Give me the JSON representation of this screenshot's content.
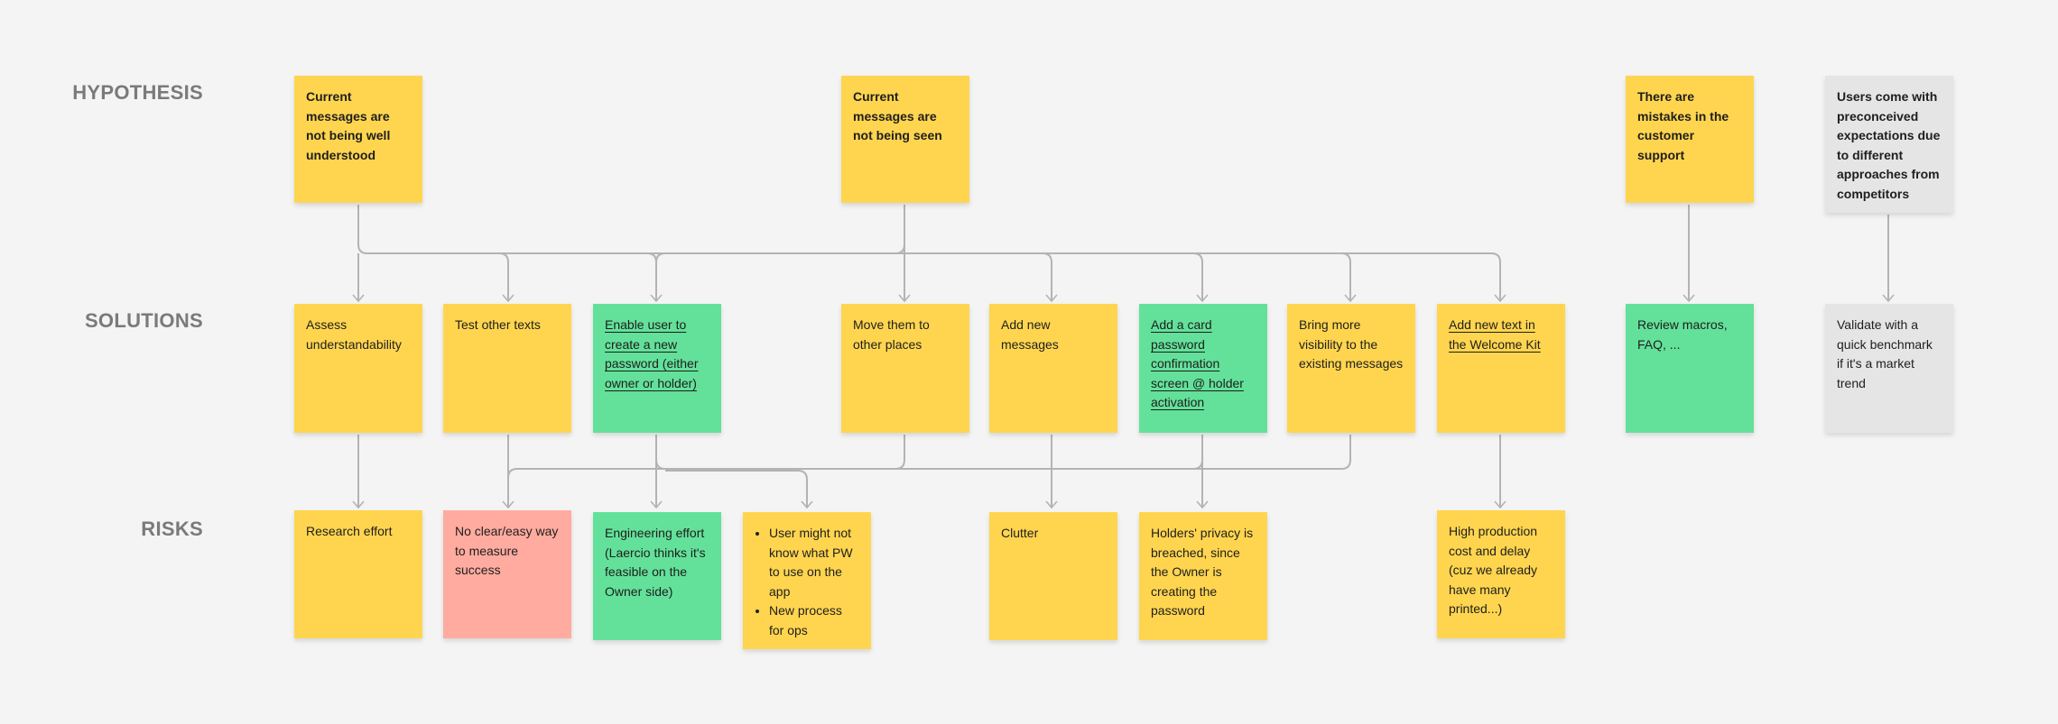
{
  "row_labels": {
    "hypothesis": "HYPOTHESIS",
    "solutions": "SOLUTIONS",
    "risks": "RISKS"
  },
  "hypotheses": [
    {
      "text": "Current messages are not being well understood",
      "color": "#ffd54f"
    },
    {
      "text": "Current messages are not being seen",
      "color": "#ffd54f"
    },
    {
      "text": "There are mistakes in the customer support",
      "color": "#ffd54f"
    },
    {
      "text": "Users come with preconceived expectations due to different approaches from competitors",
      "color": "#e5e5e5"
    }
  ],
  "solutions": [
    {
      "text": "Assess understandability",
      "color": "#ffd54f"
    },
    {
      "text": "Test other texts",
      "color": "#ffd54f"
    },
    {
      "text": "Enable user to create a new password (either owner or holder)",
      "color": "#63e19a",
      "underlined": true
    },
    {
      "text": "Move them to other places",
      "color": "#ffd54f"
    },
    {
      "text": "Add new messages",
      "color": "#ffd54f"
    },
    {
      "text": "Add a card password confirmation screen @ holder activation",
      "color": "#63e19a",
      "underlined": true
    },
    {
      "text": "Bring more visibility to the existing messages",
      "color": "#ffd54f"
    },
    {
      "text": "Add new text in the Welcome Kit",
      "color": "#ffd54f",
      "underlined": true
    },
    {
      "text": "Review macros, FAQ, ...",
      "color": "#63e19a"
    },
    {
      "text": "Validate with a quick benchmark if it's a market trend",
      "color": "#e5e5e5"
    }
  ],
  "risks": [
    {
      "text": "Research effort",
      "color": "#ffd54f"
    },
    {
      "text": "No clear/easy way to measure success",
      "color": "#ffab9f"
    },
    {
      "text": "Engineering effort (Laercio thinks it's feasible on the Owner side)",
      "color": "#63e19a"
    },
    {
      "items": [
        "User might not know what PW to use on the app",
        "New process for ops"
      ],
      "color": "#ffd54f"
    },
    {
      "text": "Clutter",
      "color": "#ffd54f"
    },
    {
      "text": "Holders' privacy is breached, since the Owner is creating the password",
      "color": "#ffd54f"
    },
    {
      "text": "High production cost and delay (cuz we already have many printed...)",
      "color": "#ffd54f"
    }
  ],
  "connector_color": "#b3b3b3"
}
